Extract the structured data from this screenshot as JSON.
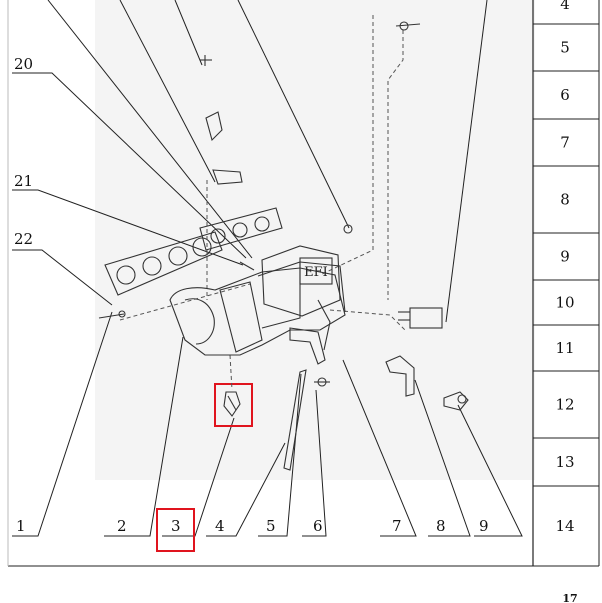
{
  "diagram": {
    "callouts": [
      {
        "id": "c20",
        "label": "20"
      },
      {
        "id": "c21",
        "label": "21"
      },
      {
        "id": "c22",
        "label": "22"
      },
      {
        "id": "c1",
        "label": "1"
      },
      {
        "id": "c2",
        "label": "2"
      },
      {
        "id": "c3",
        "label": "3"
      },
      {
        "id": "c4",
        "label": "4"
      },
      {
        "id": "c5",
        "label": "5"
      },
      {
        "id": "c6",
        "label": "6"
      },
      {
        "id": "c7",
        "label": "7"
      },
      {
        "id": "c8",
        "label": "8"
      },
      {
        "id": "c9",
        "label": "9"
      }
    ],
    "part_marking": "EFI",
    "highlight_color": "#e0141e",
    "highlighted_callout": "3"
  },
  "table": {
    "rows": [
      "4",
      "5",
      "6",
      "7",
      "8",
      "9",
      "10",
      "11",
      "12",
      "13",
      "14"
    ]
  },
  "footer": {
    "page_number": "17"
  }
}
